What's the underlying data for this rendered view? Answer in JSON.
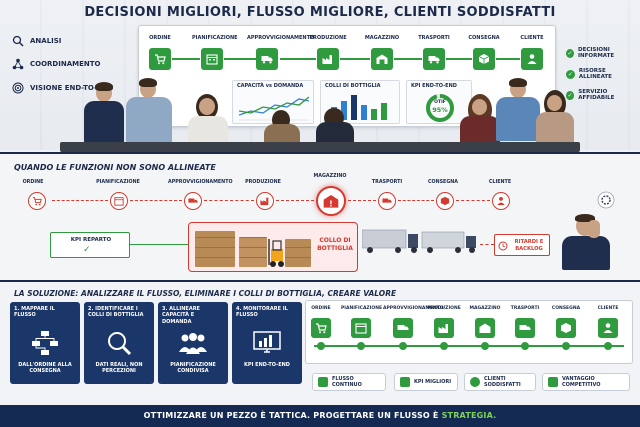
{
  "header": {
    "title": "DECISIONI MIGLIORI, FLUSSO MIGLIORE, CLIENTI SODDISFATTI",
    "left_items": [
      {
        "label": "ANALISI",
        "icon": "magnifier-icon"
      },
      {
        "label": "COORDINAMENTO",
        "icon": "network-icon"
      },
      {
        "label": "VISIONE END-TO-END",
        "icon": "target-icon"
      }
    ],
    "right_items": [
      {
        "label": "DECISIONI INFORMATE"
      },
      {
        "label": "RISORSE ALLINEATE"
      },
      {
        "label": "SERVIZIO AFFIDABILE"
      }
    ]
  },
  "screen": {
    "steps": [
      "ORDINE",
      "PIANIFICAZIONE",
      "APPROVVIGIONAMENTO",
      "PRODUZIONE",
      "MAGAZZINO",
      "TRASPORTI",
      "CONSEGNA",
      "CLIENTE"
    ],
    "panels": [
      {
        "title": "CAPACITÀ vs DOMANDA"
      },
      {
        "title": "COLLI DI BOTTIGLIA"
      },
      {
        "title": "KPI END-TO-END",
        "gauge_label": "OTIF",
        "gauge_value": "95%",
        "gauge_fraction": 0.95
      }
    ]
  },
  "misaligned": {
    "title": "QUANDO LE FUNZIONI NON SONO ALLINEATE",
    "steps": [
      "ORDINE",
      "PIANIFICAZIONE",
      "APPROVVIGIONAMENTO",
      "PRODUZIONE",
      "MAGAZZINO",
      "TRASPORTI",
      "CONSEGNA",
      "CLIENTE"
    ],
    "kpi_label": "KPI REPARTO",
    "bottleneck_label": "COLLO DI BOTTIGLIA",
    "delay_label": "RITARDI E BACKLOG"
  },
  "solution": {
    "title": "LA SOLUZIONE: ANALIZZARE IL FLUSSO, ELIMINARE I COLLI DI BOTTIGLIA, CREARE VALORE",
    "cards": [
      {
        "title": "1. MAPPARE IL FLUSSO",
        "footer": "DALL'ORDINE ALLA CONSEGNA",
        "icon": "flowchart-icon"
      },
      {
        "title": "2. IDENTIFICARE I COLLI DI BOTTIGLIA",
        "footer": "DATI REALI, NON PERCEZIONI",
        "icon": "magnifier-icon"
      },
      {
        "title": "3. ALLINEARE CAPACITÀ E DOMANDA",
        "footer": "PIANIFICAZIONE CONDIVISA",
        "icon": "team-icon"
      },
      {
        "title": "4. MONITORARE IL FLUSSO",
        "footer": "KPI END-TO-END",
        "icon": "monitor-chart-icon"
      }
    ],
    "flow_steps": [
      "ORDINE",
      "PIANIFICAZIONE",
      "APPROVVIGIONAMENTO",
      "PRODUZIONE",
      "MAGAZZINO",
      "TRASPORTI",
      "CONSEGNA",
      "CLIENTE"
    ],
    "benefits": [
      {
        "label": "FLUSSO CONTINUO",
        "icon": "cycle-icon"
      },
      {
        "label": "KPI MIGLIORI",
        "icon": "bar-chart-icon"
      },
      {
        "label": "CLIENTI SODDISFATTI",
        "icon": "smile-icon"
      },
      {
        "label": "VANTAGGIO COMPETITIVO",
        "icon": "trophy-icon"
      }
    ]
  },
  "footer": {
    "text": "OTTIMIZZARE UN PEZZO È TATTICA. PROGETTARE UN FLUSSO È ",
    "highlight": "STRATEGIA."
  },
  "colors": {
    "navy": "#1b2a4a",
    "green": "#2f9a3e",
    "red": "#d43a2f",
    "card_blue": "#1b3769"
  }
}
